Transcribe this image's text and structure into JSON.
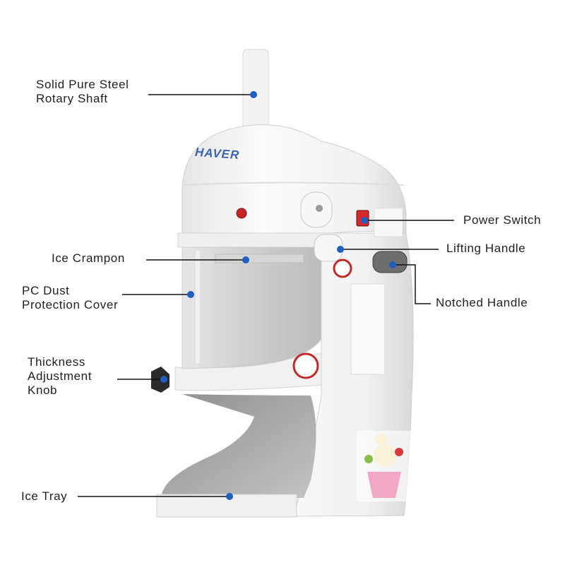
{
  "brand": "HAVER",
  "labels": {
    "rotary_shaft": "Solid Pure Steel\nRotary Shaft",
    "ice_crampon": "Ice Crampon",
    "dust_cover": "PC Dust\nProtection Cover",
    "thickness_knob": "Thickness\nAdjustment\nKnob",
    "ice_tray": "Ice Tray",
    "power_switch": "Power Switch",
    "lifting_handle": "Lifting Handle",
    "notched_handle": "Notched Handle"
  },
  "colors": {
    "leader_line": "#111111",
    "marker_dot": "#1f5fbf",
    "machine_body": "#f4f4f4",
    "power_switch": "#d42a2a"
  }
}
